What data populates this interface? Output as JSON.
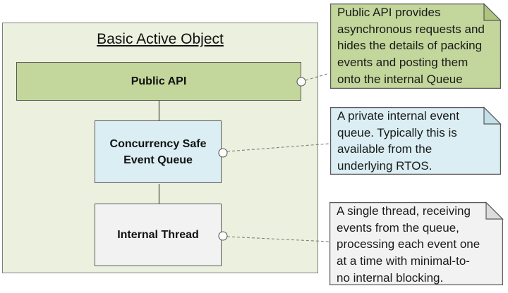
{
  "diagram": {
    "title": "Basic Active Object",
    "container_fill": "#ebf1de",
    "boxes": [
      {
        "id": "public-api",
        "label": "Public API",
        "fill": "#c3d69b"
      },
      {
        "id": "event-queue",
        "label": "Concurrency Safe\nEvent Queue",
        "fill": "#daeef3"
      },
      {
        "id": "internal-thread",
        "label": "Internal Thread",
        "fill": "#f2f2f2"
      }
    ]
  },
  "notes": [
    {
      "id": "note-public-api",
      "text": "Public API provides\nasynchronous requests and\nhides the details of packing\nevents and posting them\nonto the internal Queue",
      "fill": "#c3d69b"
    },
    {
      "id": "note-event-queue",
      "text": "A private internal event\nqueue. Typically this is\navailable from the\nunderlying RTOS.",
      "fill": "#daeef3"
    },
    {
      "id": "note-internal-thread",
      "text": "A single thread, receiving\nevents from the queue,\nprocessing each event one\nat a time with minimal-to-\nno internal blocking.",
      "fill": "#f2f2f2"
    }
  ],
  "colors": {
    "box_border": "#595959",
    "container_border": "#7f7f7f",
    "connector_dashed": "#7f7f7f",
    "connector_solid": "#595959",
    "text": "#1a1a1a"
  }
}
